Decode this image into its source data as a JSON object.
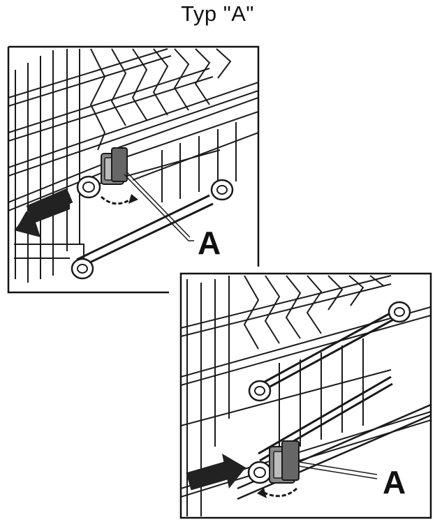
{
  "title": "Typ \"A\"",
  "panels": [
    {
      "id": "top-left",
      "callout": "A"
    },
    {
      "id": "bottom-right",
      "callout": "A"
    }
  ],
  "colors": {
    "line": "#1a1a1a",
    "arrow": "#222222",
    "background": "#ffffff"
  }
}
